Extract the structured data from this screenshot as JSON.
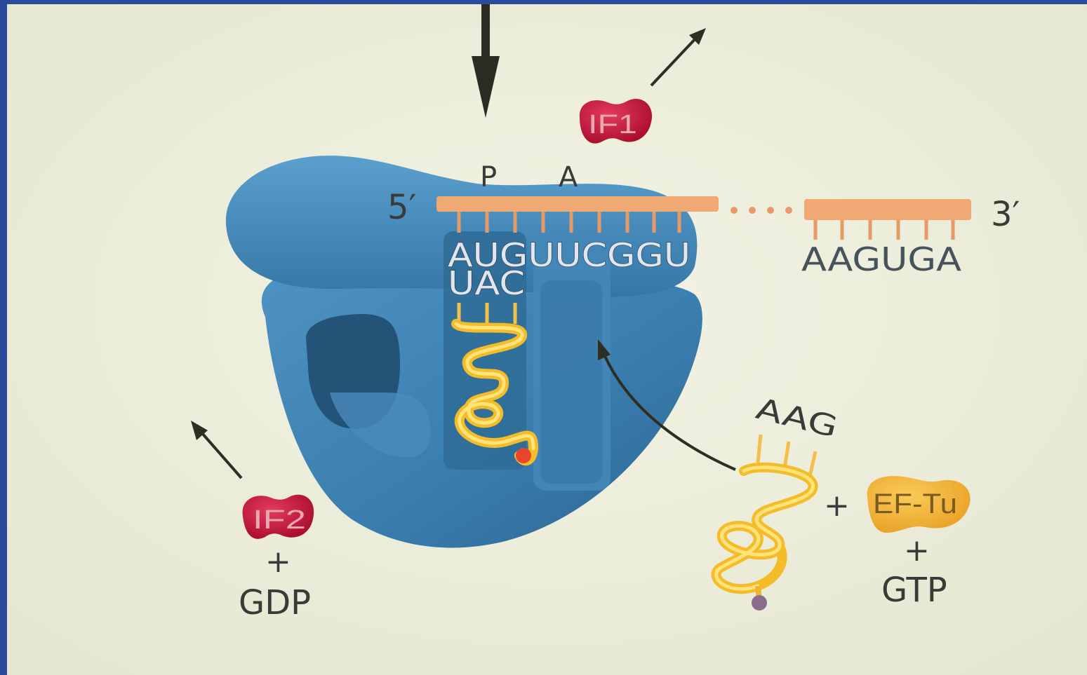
{
  "diagram": {
    "site_labels": {
      "p_site": "P",
      "a_site": "A"
    },
    "mrna": {
      "five_prime": "5′",
      "three_prime": "3′",
      "codons_visible": "AUGUUCGGU",
      "codons_end": "AAGUGA"
    },
    "trna_p": {
      "anticodon": "UAC"
    },
    "trna_incoming": {
      "anticodon": "AAG"
    },
    "proteins": {
      "if1": "IF1",
      "if2": "IF2",
      "eftu": "EF-Tu"
    },
    "products": {
      "plus_if2": "+",
      "gdp": "GDP",
      "plus_trna_eftu": "+",
      "plus_gtp": "+",
      "gtp": "GTP"
    },
    "colors": {
      "background": "#eeefde",
      "ribosome": "#3d82b3",
      "mrna": "#f0a874",
      "protein_red": "#c8143c",
      "eftu": "#f2b43a",
      "trna": "#f7c232",
      "frame": "#2b4a9a"
    }
  }
}
